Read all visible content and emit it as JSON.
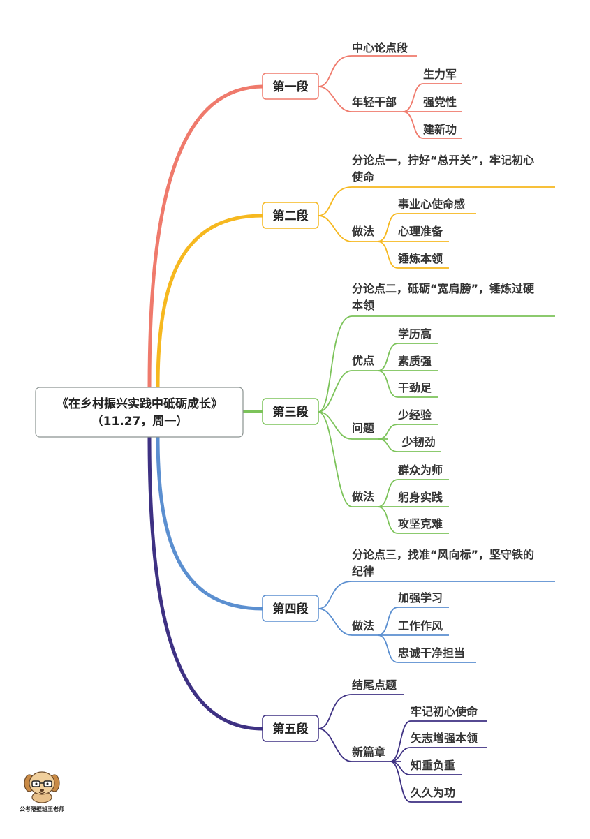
{
  "colors": {
    "section1": "#ef7a6c",
    "section2": "#f6b81f",
    "section3": "#7cc35a",
    "section4": "#5b8fd0",
    "section5": "#3e3183"
  },
  "root": {
    "line1": "《在乡村振兴实践中砥砺成长》",
    "line2": "（11.27，周一）"
  },
  "sections": [
    {
      "label": "第一段",
      "lead": "中心论点段",
      "group": {
        "label": "年轻干部",
        "items": [
          "生力军",
          "强党性",
          "建新功"
        ]
      }
    },
    {
      "label": "第二段",
      "lead_line1": "分论点一，拧好“总开关”，牢记初心",
      "lead_line2": "使命",
      "group": {
        "label": "做法",
        "items": [
          "事业心使命感",
          "心理准备",
          "锤炼本领"
        ]
      }
    },
    {
      "label": "第三段",
      "lead_line1": "分论点二，砥砺“宽肩膀”，锤炼过硬",
      "lead_line2": "本领",
      "groups": [
        {
          "label": "优点",
          "items": [
            "学历高",
            "素质强",
            "干劲足"
          ]
        },
        {
          "label": "问题",
          "items": [
            "少经验",
            " 少韧劲"
          ]
        },
        {
          "label": "做法",
          "items": [
            "群众为师",
            "躬身实践",
            "攻坚克难"
          ]
        }
      ]
    },
    {
      "label": "第四段",
      "lead_line1": "分论点三，找准“风向标”，坚守铁的",
      "lead_line2": "纪律",
      "group": {
        "label": "做法",
        "items": [
          "加强学习",
          "工作作风",
          "忠诚干净担当"
        ]
      }
    },
    {
      "label": "第五段",
      "lead": "结尾点题",
      "group": {
        "label": "新篇章",
        "items": [
          "牢记初心使命",
          "矢志增强本领",
          "知重负重",
          "久久为功"
        ]
      }
    }
  ],
  "watermark": {
    "text": "公考隔壁班王老师"
  }
}
